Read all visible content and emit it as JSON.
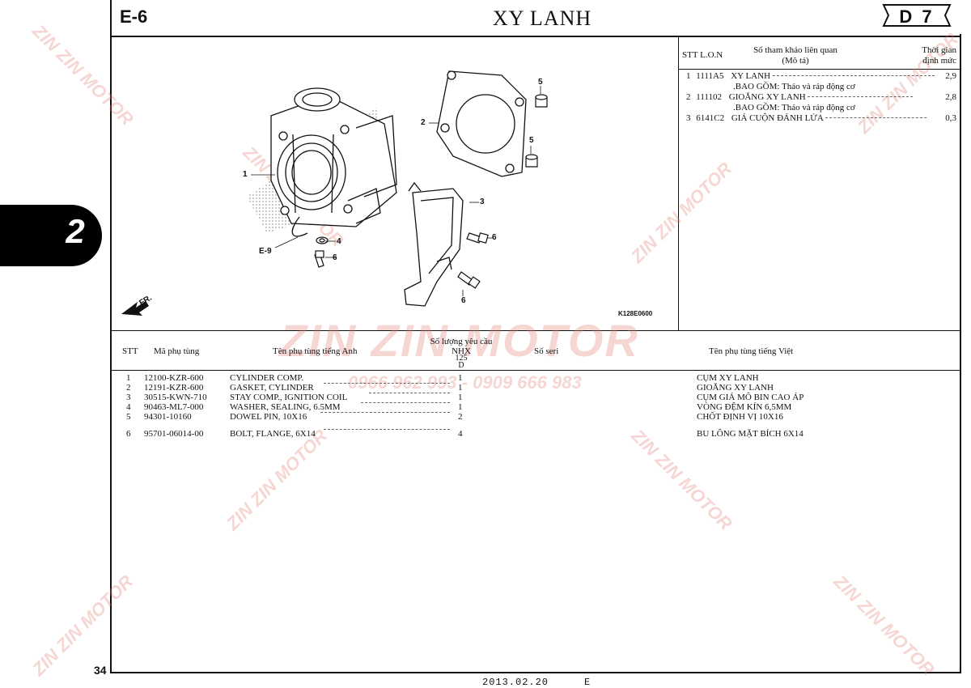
{
  "header": {
    "section_code": "E-6",
    "title": "XY LANH",
    "badge": "D 7"
  },
  "side_tab": {
    "number": "2"
  },
  "reference_table": {
    "headers": {
      "stt_lon": "STT  L.O.N",
      "related_ref_line1": "Số tham khảo liên quan",
      "related_ref_line2": "(Mô tả)",
      "time_line1": "Thời gian",
      "time_line2": "định mức"
    },
    "rows": [
      {
        "no": "1",
        "code": "1111A5",
        "desc": "XY LANH",
        "note": ".BAO GỒM: Tháo và ráp động cơ",
        "time": "2,9"
      },
      {
        "no": "2",
        "code": "111102",
        "desc": "GIOĂNG XY LANH",
        "note": ".BAO GỒM: Tháo và ráp động cơ",
        "time": "2,8"
      },
      {
        "no": "3",
        "code": "6141C2",
        "desc": "GIÁ CUỘN ĐÁNH LỬA",
        "note": "",
        "time": "0,3"
      }
    ]
  },
  "diagram": {
    "callouts": [
      "1",
      "2",
      "3",
      "4",
      "5",
      "5",
      "6",
      "6",
      "6"
    ],
    "ref_label": "E-9",
    "direction_label": "FR.",
    "figure_code": "K128E0600"
  },
  "parts_table": {
    "headers": {
      "stt": "STT",
      "part_no": "Mã phụ tùng",
      "name_en": "Tên phụ tùng tiếng Anh",
      "qty_line1": "Số lượng yêu cầu",
      "qty_line2": "NHX",
      "qty_line3": "125",
      "qty_line4": "D",
      "serial": "Số seri",
      "name_vi": "Tên phụ tùng tiếng Việt"
    },
    "rows": [
      {
        "no": "1",
        "part_no": "12100-KZR-600",
        "name_en": "CYLINDER COMP.",
        "qty": "1",
        "name_vi": "CỤM XY LANH"
      },
      {
        "no": "2",
        "part_no": "12191-KZR-600",
        "name_en": "GASKET, CYLINDER",
        "qty": "1",
        "name_vi": "GIOĂNG XY LANH"
      },
      {
        "no": "3",
        "part_no": "30515-KWN-710",
        "name_en": "STAY COMP., IGNITION COIL",
        "qty": "1",
        "name_vi": "CỤM GIÁ MÔ BIN CAO ÁP"
      },
      {
        "no": "4",
        "part_no": "90463-ML7-000",
        "name_en": "WASHER, SEALING, 6.5MM",
        "qty": "1",
        "name_vi": "VÒNG ĐỆM KÍN 6,5MM"
      },
      {
        "no": "5",
        "part_no": "94301-10160",
        "name_en": "DOWEL PIN, 10X16",
        "qty": "2",
        "name_vi": "CHỐT ĐỊNH VỊ 10X16"
      },
      {
        "no": "6",
        "part_no": "95701-06014-00",
        "name_en": "BOLT, FLANGE, 6X14",
        "qty": "4",
        "name_vi": "BU LÔNG MẶT BÍCH 6X14"
      }
    ]
  },
  "footer": {
    "page_number": "34",
    "date": "2013.02.20",
    "letter": "E"
  },
  "watermark": {
    "brand": "ZIN ZIN MOTOR",
    "phones": "0966 962 993 - 0909 666 983"
  },
  "colors": {
    "watermark": "#e07a70",
    "ink": "#111111"
  }
}
